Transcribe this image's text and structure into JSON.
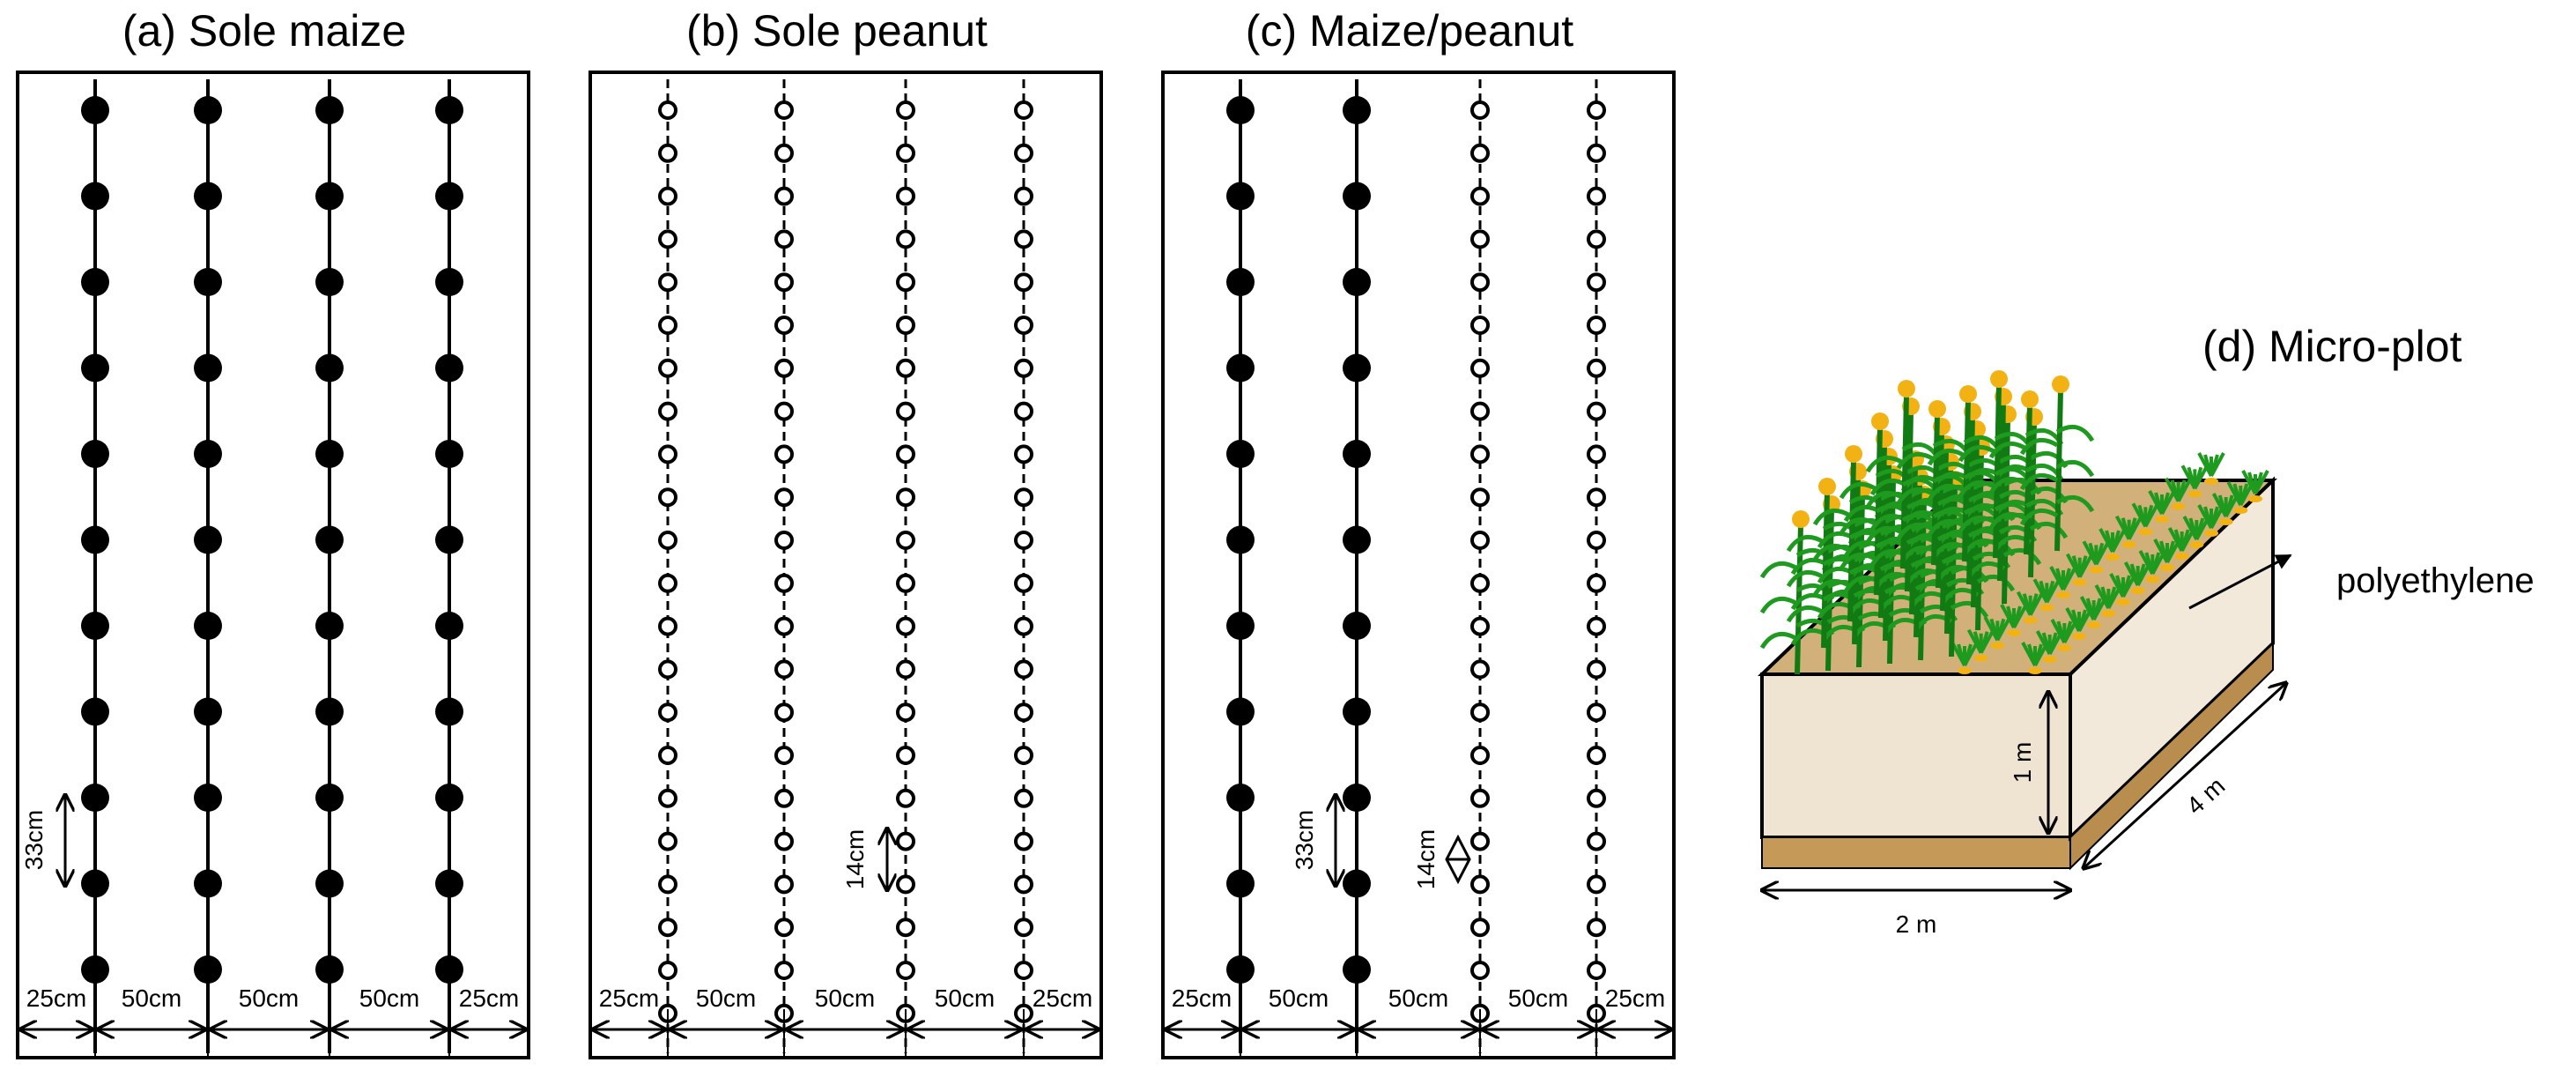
{
  "panels": [
    {
      "id": "a",
      "title": "(a) Sole maize",
      "rows": [
        "maize",
        "maize",
        "maize",
        "maize"
      ],
      "spacings": [
        "25cm",
        "50cm",
        "50cm",
        "50cm",
        "25cm"
      ],
      "plant_spacing_label": "33cm"
    },
    {
      "id": "b",
      "title": "(b) Sole peanut",
      "rows": [
        "peanut",
        "peanut",
        "peanut",
        "peanut"
      ],
      "spacings": [
        "25cm",
        "50cm",
        "50cm",
        "50cm",
        "25cm"
      ],
      "plant_spacing_label": "14cm"
    },
    {
      "id": "c",
      "title": "(c) Maize/peanut",
      "rows": [
        "maize",
        "maize",
        "peanut",
        "peanut"
      ],
      "spacings": [
        "25cm",
        "50cm",
        "50cm",
        "50cm",
        "25cm"
      ],
      "maize_spacing_label": "33cm",
      "peanut_spacing_label": "14cm"
    }
  ],
  "microplot": {
    "title": "(d) Micro-plot",
    "material_label": "polyethylene",
    "depth_label": "1 m",
    "width_label": "2 m",
    "length_label": "4 m"
  },
  "legend": {
    "maize_symbol": "filled black circle",
    "peanut_symbol": "open circle"
  },
  "colors": {
    "soil": "#c9a46d",
    "box_side": "#f1e6d6",
    "plant_green": "#1e9a1e",
    "cob_yellow": "#f3b214"
  }
}
